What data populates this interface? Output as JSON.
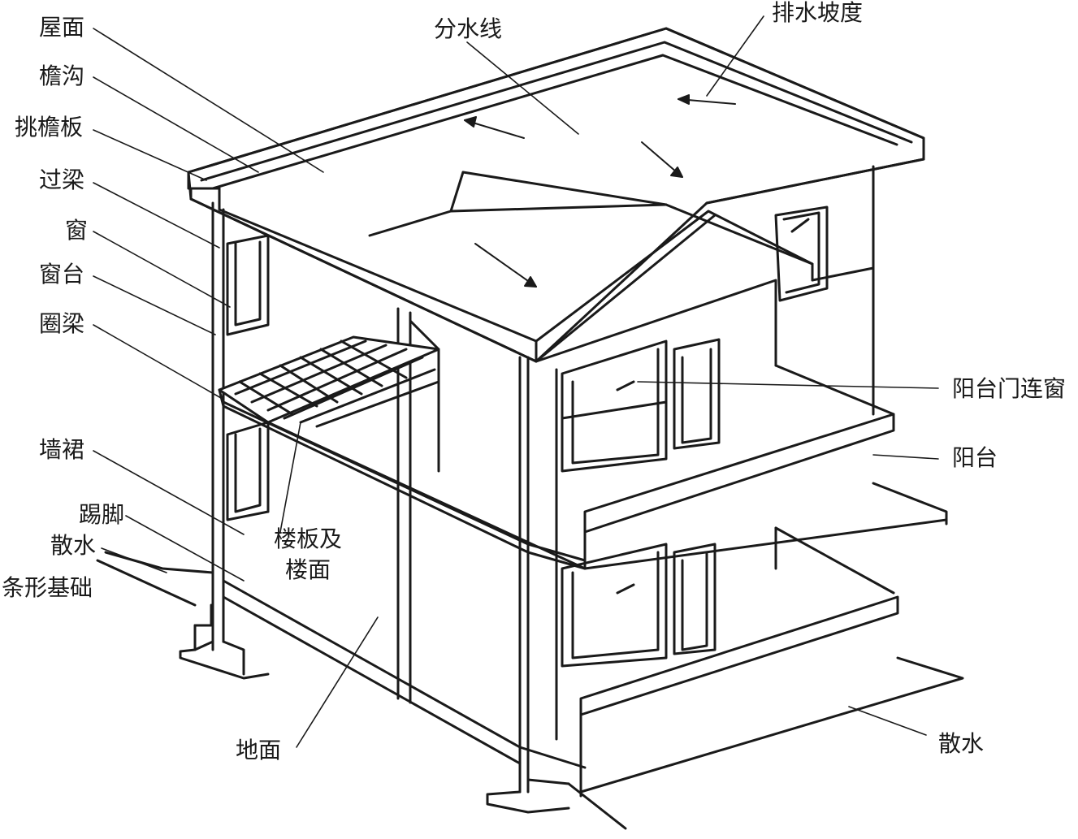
{
  "labels": {
    "roof_surface": "屋面",
    "eaves_gutter": "檐沟",
    "eaves_board": "挑檐板",
    "lintel": "过梁",
    "window": "窗",
    "window_sill": "窗台",
    "ring_beam": "圈梁",
    "dado": "墙裙",
    "skirting": "踢脚",
    "apron_left": "散水",
    "strip_foundation": "条形基础",
    "ridge_line": "分水线",
    "drainage_slope": "排水坡度",
    "floor_slab_line1": "楼板及",
    "floor_slab_line2": "楼面",
    "ground_floor": "地面",
    "balcony_door_window": "阳台门连窗",
    "balcony": "阳台",
    "apron_right": "散水"
  }
}
